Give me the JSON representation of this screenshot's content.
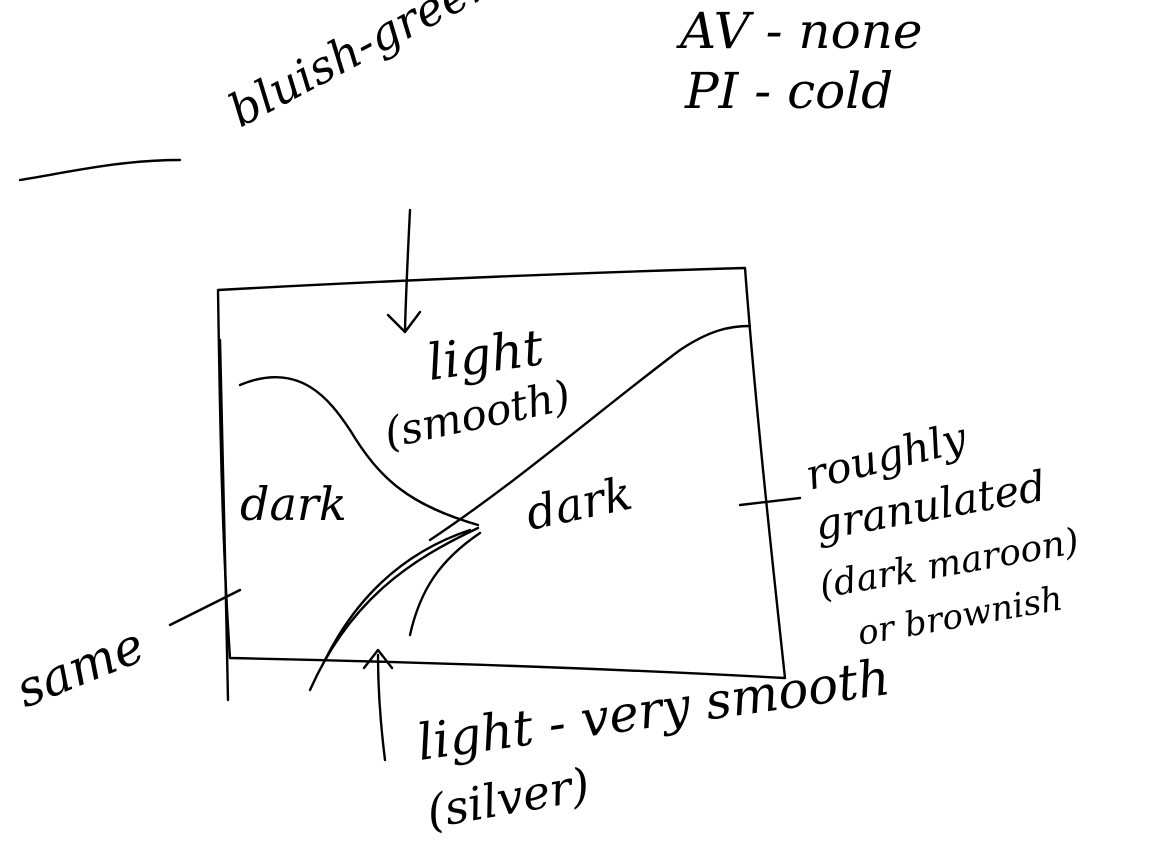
{
  "annotations": {
    "top_right_line1": "AV - none",
    "top_right_line2": "PI - cold",
    "bluish_green": "bluish-green",
    "light_smooth_top": "light",
    "light_smooth_bottom": "(smooth)",
    "dark_left": "dark",
    "dark_center": "dark",
    "rough_line1": "roughly",
    "rough_line2": "granulated",
    "rough_line3": "(dark maroon)",
    "rough_line4": "or brownish",
    "same": "same",
    "light_very_smooth": "light - very smooth",
    "silver": "(silver)"
  },
  "colors": {
    "ink": "#000000",
    "paper": "#ffffff"
  }
}
